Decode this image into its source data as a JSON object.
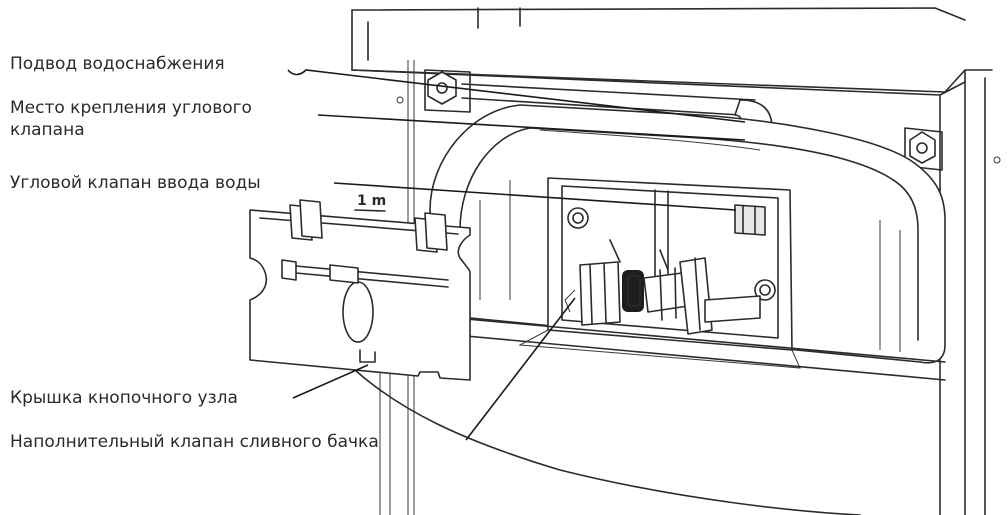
{
  "labels": {
    "water_supply": "Подвод водоснабжения",
    "valve_mount_line1": "Место крепления углового",
    "valve_mount_line2": "клапана",
    "angle_valve": "Угловой клапан ввода воды",
    "scale_mark": "1 m",
    "button_cover": "Крышка кнопочного узла",
    "fill_valve": "Наполнительный клапан сливного бачка"
  },
  "colors": {
    "line": "#1a1a1a",
    "text": "#2a2a2a",
    "part_fill": "#e6e6e6",
    "dark_part": "#1e1e1e"
  }
}
